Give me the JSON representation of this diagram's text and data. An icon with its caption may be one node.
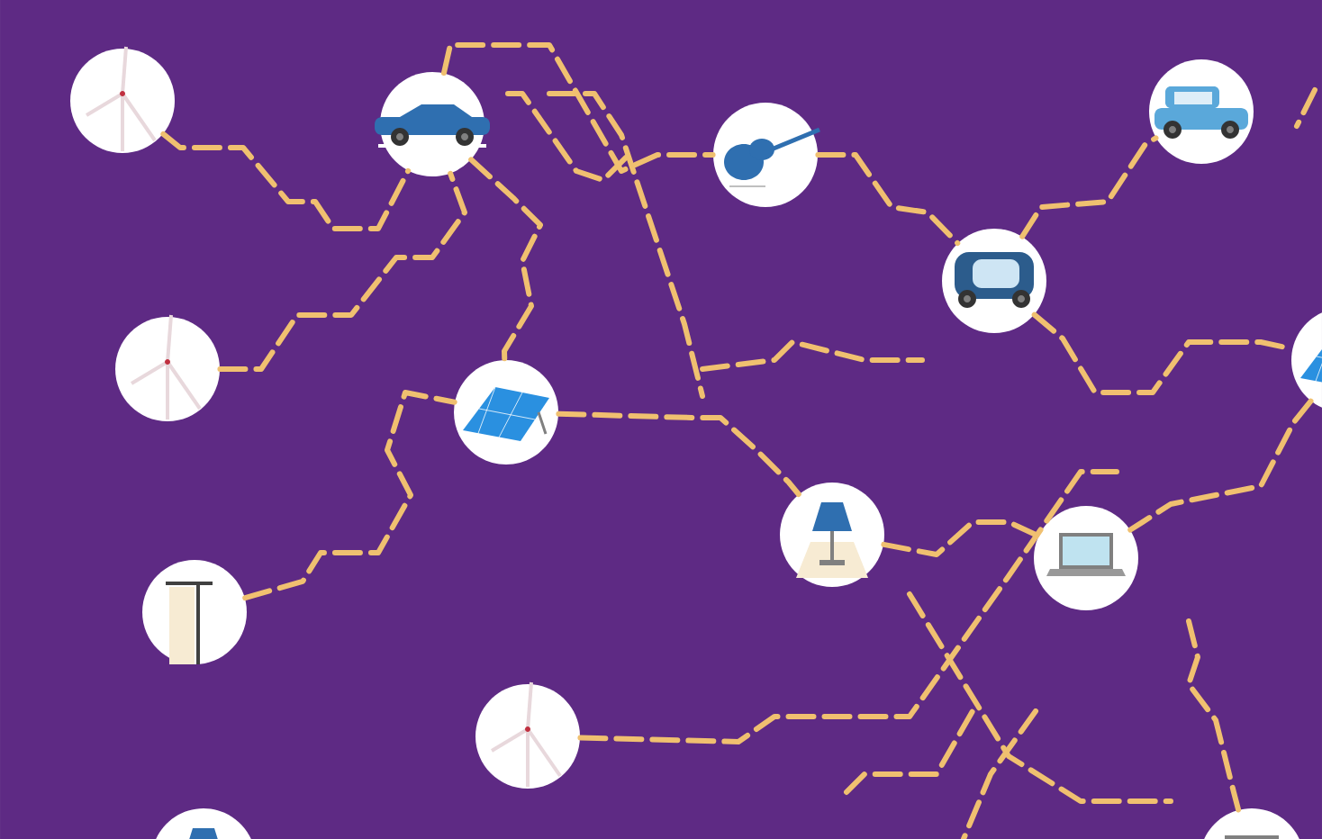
{
  "diagram": {
    "nodes": [
      {
        "text": [],
        "shape": "picture"
      },
      {
        "text": [],
        "shape": "picture"
      },
      {
        "text": [],
        "shape": "picture"
      },
      {
        "text": [],
        "shape": "picture"
      },
      {
        "text": [],
        "shape": "picture"
      },
      {
        "text": [],
        "shape": "picture"
      },
      {
        "text": [],
        "shape": "picture"
      },
      {
        "text": [],
        "shape": "picture"
      },
      {
        "text": [],
        "shape": "picture"
      },
      {
        "text": [],
        "shape": "picture"
      },
      {
        "text": [],
        "shape": "picture"
      },
      {
        "text": [],
        "shape": "picture"
      },
      {
        "text": [],
        "shape": "picture"
      },
      {
        "text": [],
        "shape": "picture"
      }
    ],
    "edges": [
      {
        "from": 0,
        "to": 1,
        "arrow": "none"
      },
      {
        "from": 4,
        "to": 1,
        "arrow": "none"
      },
      {
        "from": 1,
        "to": 6,
        "arrow": "none"
      },
      {
        "from": 9,
        "to": 6,
        "arrow": "none"
      },
      {
        "from": 6,
        "to": 7,
        "arrow": "none"
      },
      {
        "from": 1,
        "to": 2,
        "arrow": "none"
      },
      {
        "from": 2,
        "to": 5,
        "arrow": "none"
      },
      {
        "from": 5,
        "to": 3,
        "arrow": "none"
      },
      {
        "from": 5,
        "to": 11,
        "arrow": "none"
      },
      {
        "from": 7,
        "to": 8,
        "arrow": "none"
      },
      {
        "from": 11,
        "to": 8,
        "arrow": "none"
      },
      {
        "from": 10,
        "to": null,
        "arrow": "none"
      },
      {
        "from": null,
        "to": 13,
        "arrow": "none"
      }
    ]
  }
}
